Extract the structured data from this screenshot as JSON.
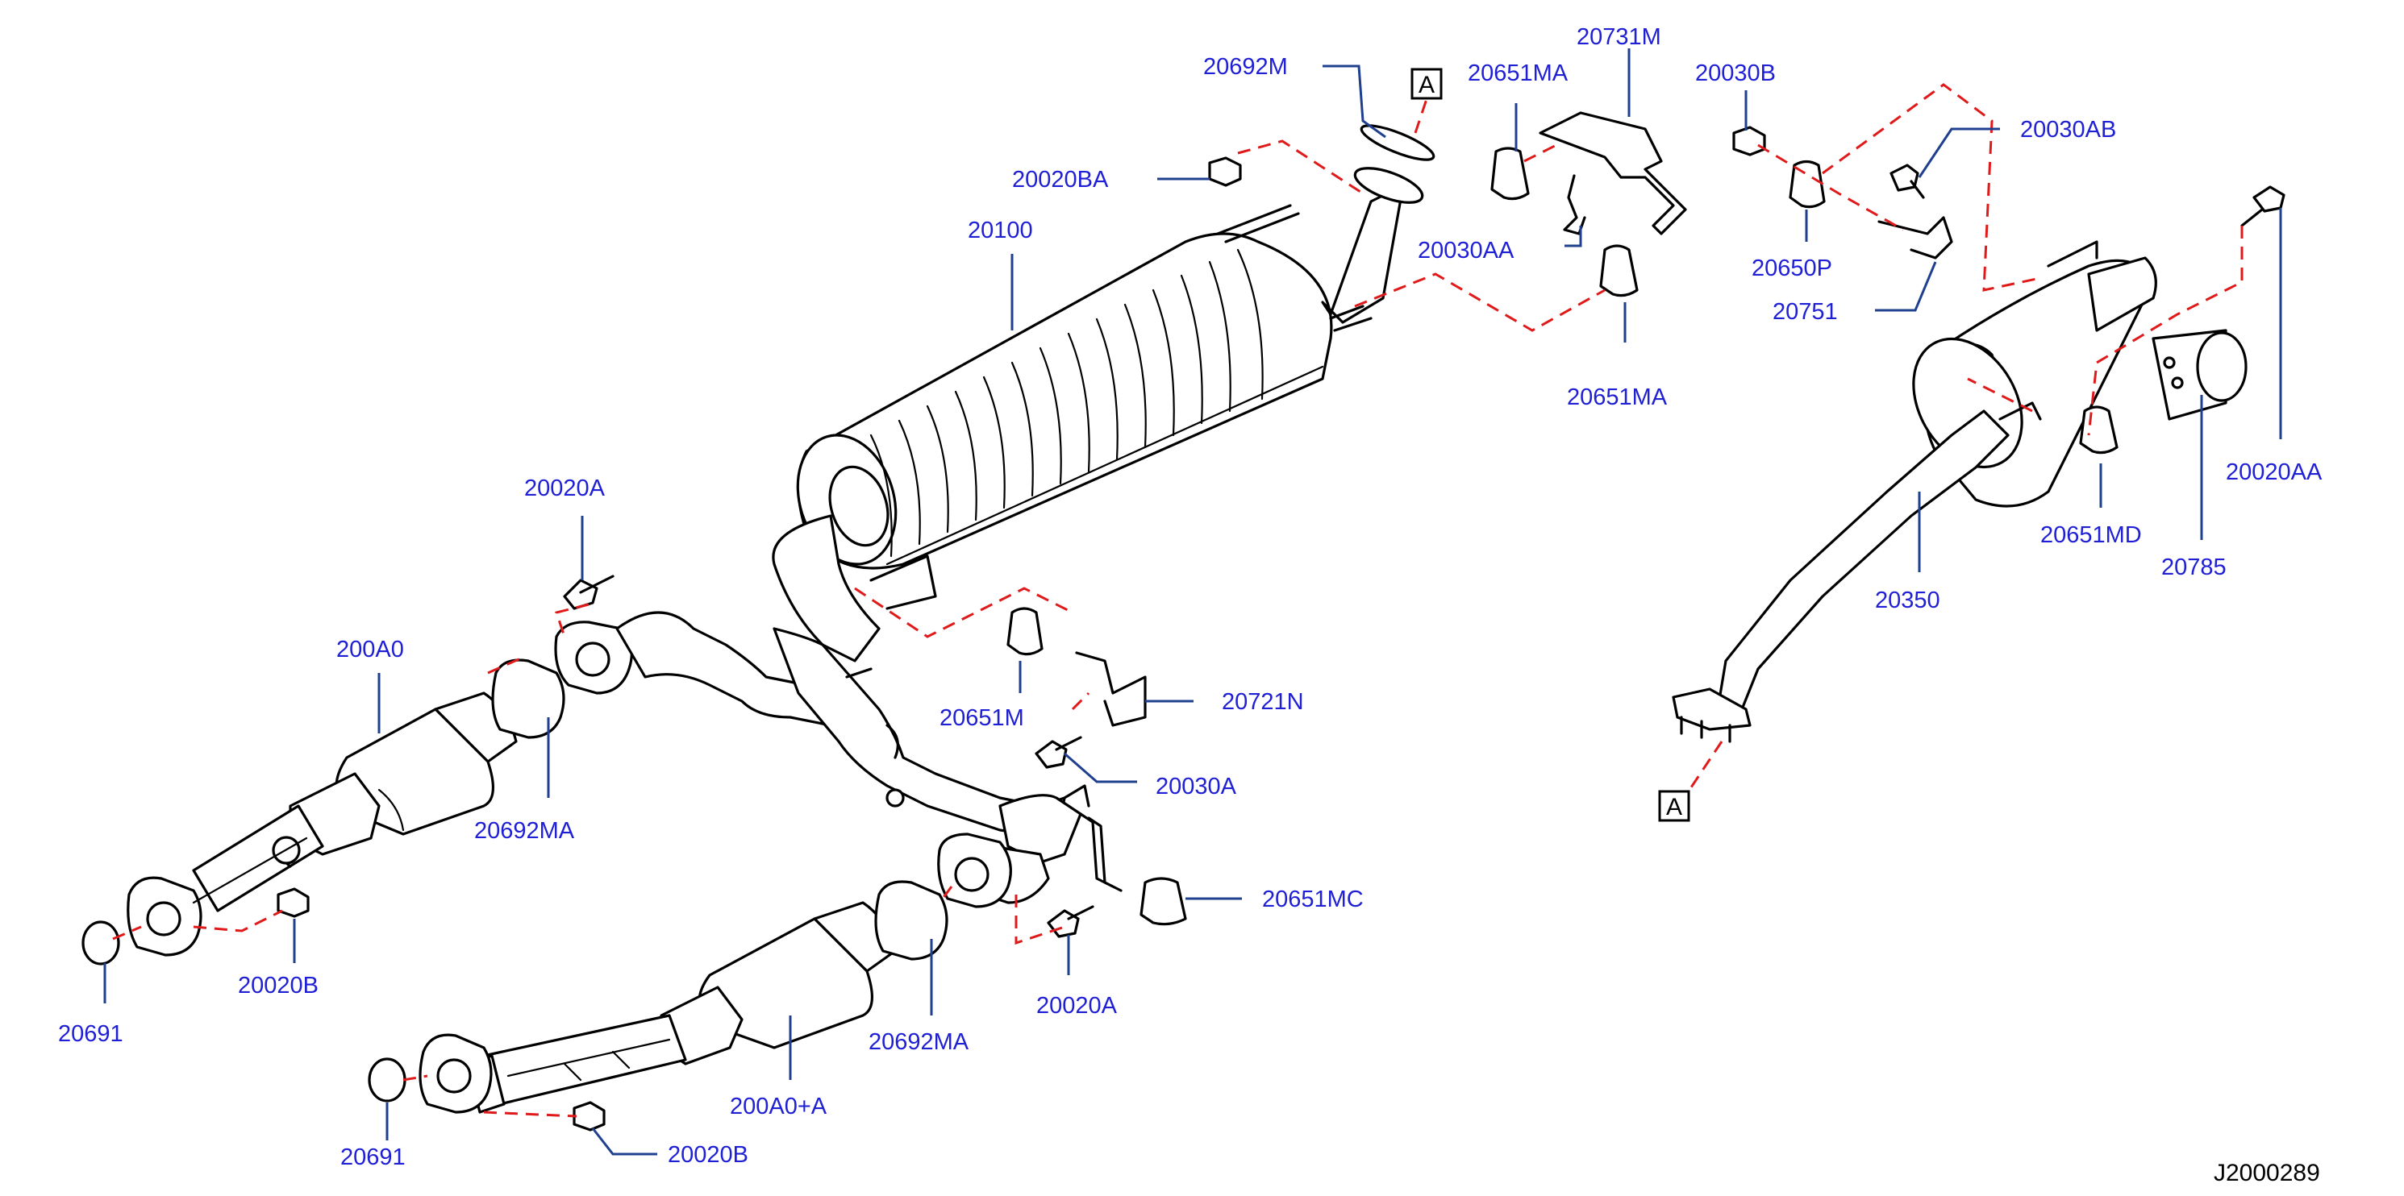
{
  "diagram_id": "J2000289",
  "section_marker": "A",
  "parts": {
    "p20692M": "20692M",
    "p20020BA": "20020BA",
    "p20100": "20100",
    "p20651MA_top": "20651MA",
    "p20731M": "20731M",
    "p20030AA": "20030AA",
    "p20651MA_mid": "20651MA",
    "p20030B": "20030B",
    "p20030AB": "20030AB",
    "p20650P": "20650P",
    "p20751": "20751",
    "p20020AA": "20020AA",
    "p20651MD": "20651MD",
    "p20785": "20785",
    "p20350": "20350",
    "p20020A_top": "20020A",
    "p200A0": "200A0",
    "p20692MA_left": "20692MA",
    "p20651M": "20651M",
    "p20721N": "20721N",
    "p20030A": "20030A",
    "p20651MC": "20651MC",
    "p20691_left": "20691",
    "p20020B_left": "20020B",
    "p20692MA_bottom": "20692MA",
    "p20020A_bottom": "20020A",
    "p200A0A": "200A0+A",
    "p20691_bottom": "20691",
    "p20020B_bottom": "20020B"
  },
  "colors": {
    "label": "#1f1fd6",
    "leader": "#1f3f8f",
    "dashed_link": "#e01a1a",
    "linework": "#000000"
  }
}
